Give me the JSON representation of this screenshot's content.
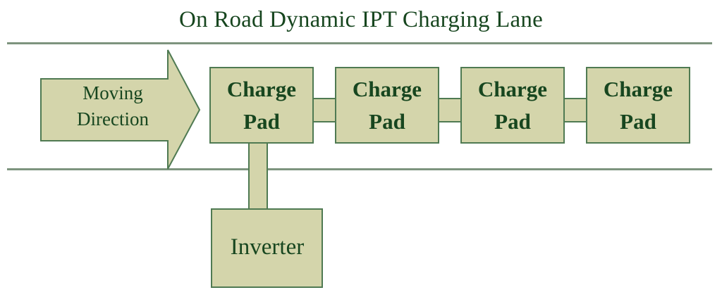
{
  "diagram": {
    "title": "On Road Dynamic IPT Charging Lane",
    "colors": {
      "shape_fill": "#d4d5ab",
      "shape_border": "#4f7a52",
      "road_line": "#7d947e",
      "text": "#17461f",
      "background": "#ffffff"
    },
    "road": {
      "name": "charging-lane-road",
      "top_line_label": "",
      "bottom_line_label": ""
    },
    "arrow": {
      "name": "moving-direction-arrow",
      "label": "Moving\nDirection"
    },
    "pads": [
      {
        "label": "Charge\nPad"
      },
      {
        "label": "Charge\nPad"
      },
      {
        "label": "Charge\nPad"
      },
      {
        "label": "Charge\nPad"
      }
    ],
    "connectors": [
      {
        "name": "pad-link-1-2"
      },
      {
        "name": "pad-link-2-3"
      },
      {
        "name": "pad-link-3-4"
      },
      {
        "name": "inverter-feed-line"
      }
    ],
    "inverter": {
      "label": "Inverter"
    }
  }
}
